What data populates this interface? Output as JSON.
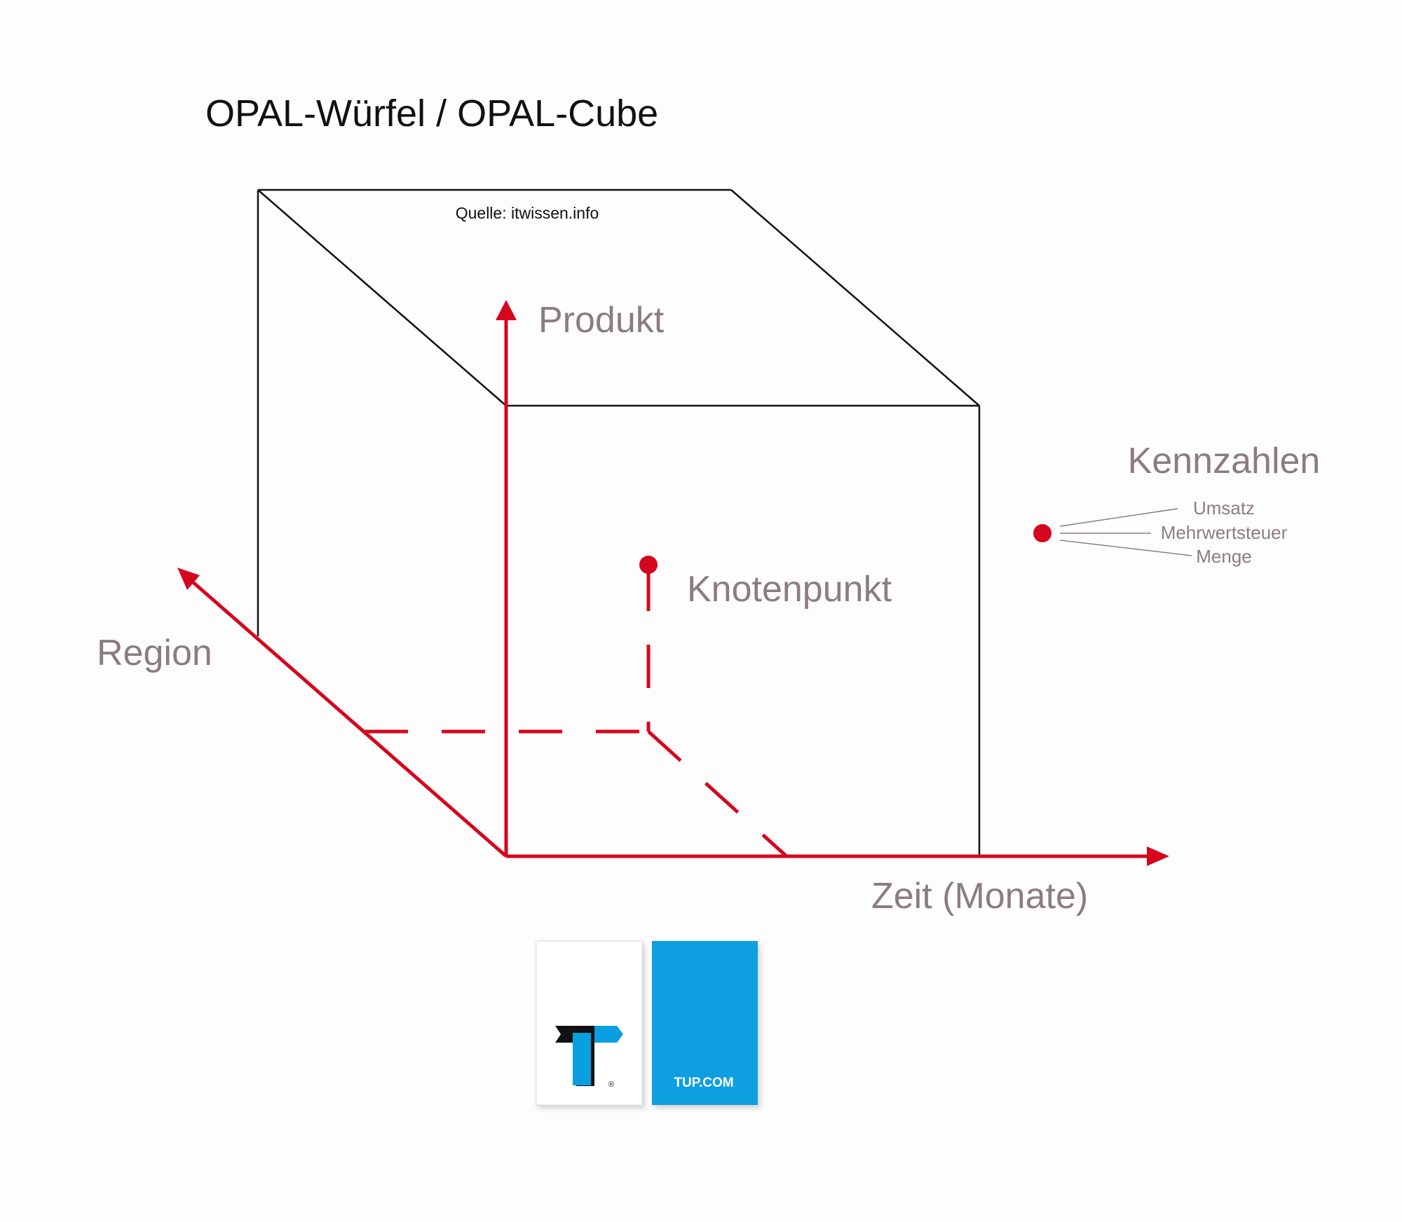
{
  "title": "OPAL-Würfel / OPAL-Cube",
  "source": "Quelle: itwissen.info",
  "axes": {
    "product": "Produkt",
    "region": "Region",
    "time": "Zeit (Monate)"
  },
  "node_label": "Knotenpunkt",
  "measures": {
    "title": "Kennzahlen",
    "items": [
      "Umsatz",
      "Mehrwertsteuer",
      "Menge"
    ]
  },
  "logo": {
    "text": "TUP.COM",
    "brand_color": "#0a9fe0"
  },
  "colors": {
    "axis_red": "#d5071e",
    "label_gray": "#8b7c83",
    "line_black": "#111111"
  }
}
